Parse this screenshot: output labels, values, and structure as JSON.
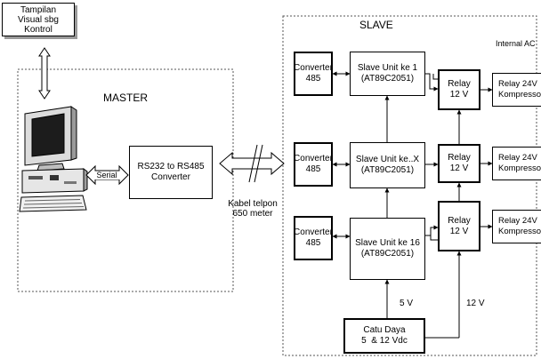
{
  "visual_box": [
    "Tampilan",
    "Visual sbg",
    "Kontrol"
  ],
  "master": {
    "title": "MASTER",
    "serial_label": "Serial",
    "converter_lines": [
      "RS232 to RS485",
      "Converter"
    ]
  },
  "link": {
    "cable_lines": [
      "Kabel telpon",
      "650 meter"
    ]
  },
  "slave": {
    "title": "SLAVE",
    "internal_ac": "Internal AC",
    "converter_lines": [
      "Converter",
      "485"
    ],
    "units": [
      {
        "lines": [
          "Slave Unit ke 1",
          "(AT89C2051)"
        ]
      },
      {
        "lines": [
          "Slave Unit ke..X",
          "(AT89C2051)"
        ]
      },
      {
        "lines": [
          "Slave Unit ke 16",
          "(AT89C2051)"
        ]
      }
    ],
    "relay_lines": [
      "Relay",
      "12 V"
    ],
    "kompressor_lines": [
      "Relay 24V",
      "Kompressor"
    ],
    "power_lines": [
      "Catu Daya",
      "5  & 12 Vdc"
    ],
    "label_5v": "5 V",
    "label_12v": "12 V"
  }
}
